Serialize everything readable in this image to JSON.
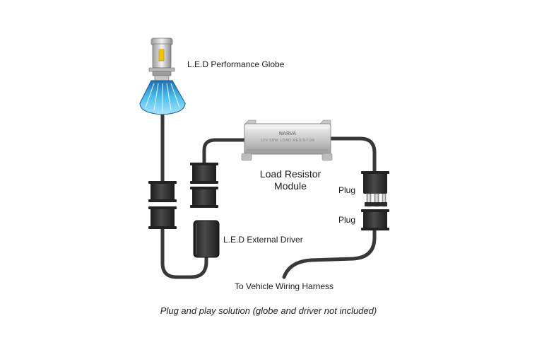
{
  "labels": {
    "globe": "L.E.D Performance Globe",
    "resistor_line1": "Load Resistor",
    "resistor_line2": "Module",
    "plug_top": "Plug",
    "plug_bottom": "Plug",
    "driver": "L.E.D External Driver",
    "harness": "To Vehicle Wiring Harness"
  },
  "resistor_engraving": {
    "brand": "NARVA",
    "spec": "12V 50W LOAD RESISTOR"
  },
  "caption": "Plug and play solution (globe and driver not included)",
  "colors": {
    "cable": "#383838",
    "connector": "#2a2a2a",
    "globe_blue": "#3aa7e0",
    "resistor_silver": "#d0d0d0",
    "led_chip": "#f5c400"
  }
}
